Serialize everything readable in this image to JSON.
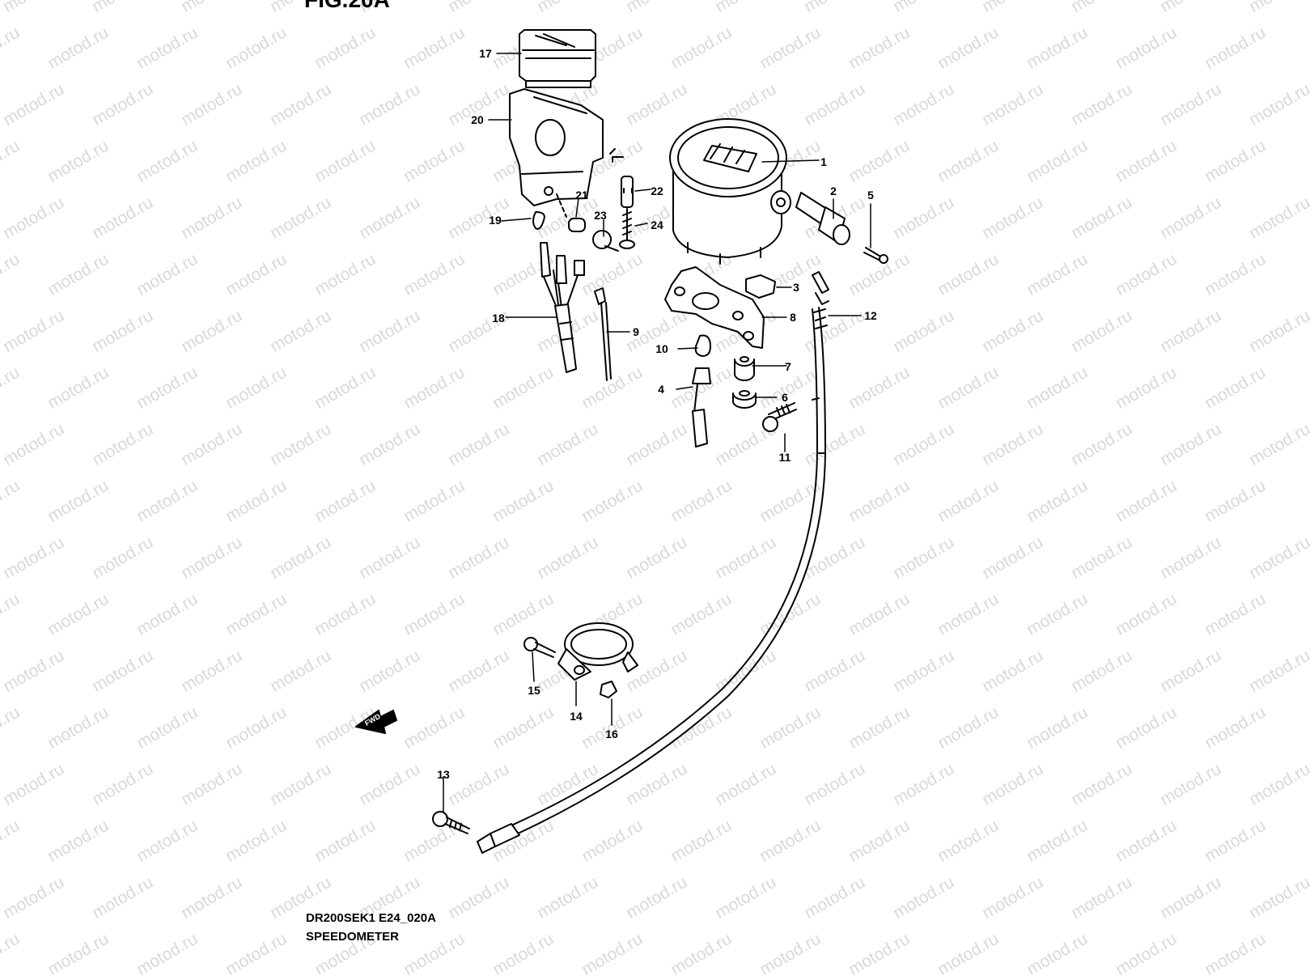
{
  "figure": {
    "title": "FIG.20A",
    "code": "DR200SEK1 E24_020A",
    "name": "SPEEDOMETER"
  },
  "watermark": "motod.ru",
  "direction_arrow": "FWD",
  "callouts": [
    {
      "id": "p1",
      "text": "1"
    },
    {
      "id": "p2",
      "text": "2"
    },
    {
      "id": "p3",
      "text": "3"
    },
    {
      "id": "p4",
      "text": "4"
    },
    {
      "id": "p5",
      "text": "5"
    },
    {
      "id": "p6",
      "text": "6"
    },
    {
      "id": "p7",
      "text": "7"
    },
    {
      "id": "p8",
      "text": "8"
    },
    {
      "id": "p9",
      "text": "9"
    },
    {
      "id": "p10",
      "text": "10"
    },
    {
      "id": "p11",
      "text": "11"
    },
    {
      "id": "p12",
      "text": "12"
    },
    {
      "id": "p13",
      "text": "13"
    },
    {
      "id": "p14",
      "text": "14"
    },
    {
      "id": "p15",
      "text": "15"
    },
    {
      "id": "p16",
      "text": "16"
    },
    {
      "id": "p17",
      "text": "17"
    },
    {
      "id": "p18",
      "text": "18"
    },
    {
      "id": "p19",
      "text": "19"
    },
    {
      "id": "p20",
      "text": "20"
    },
    {
      "id": "p21",
      "text": "21"
    },
    {
      "id": "p22",
      "text": "22"
    },
    {
      "id": "p23",
      "text": "23"
    },
    {
      "id": "p24",
      "text": "24"
    }
  ]
}
